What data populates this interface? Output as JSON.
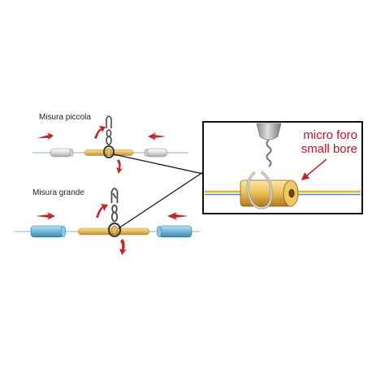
{
  "labels": {
    "small_size": "Misura piccola",
    "large_size": "Misura grande",
    "callout_line1": "micro foro",
    "callout_line2": "small bore"
  },
  "colors": {
    "line": "#9fc3d6",
    "stick": "#e7b95a",
    "red_arrow": "#c0282a",
    "zoom_line_yellow": "#e9b030",
    "zoom_line_blue": "#3f8fc0",
    "callout_text": "#c8102e",
    "bead_small": "#e9e9e9",
    "bead_large": "#6fb6d8",
    "frame": "#111111"
  }
}
